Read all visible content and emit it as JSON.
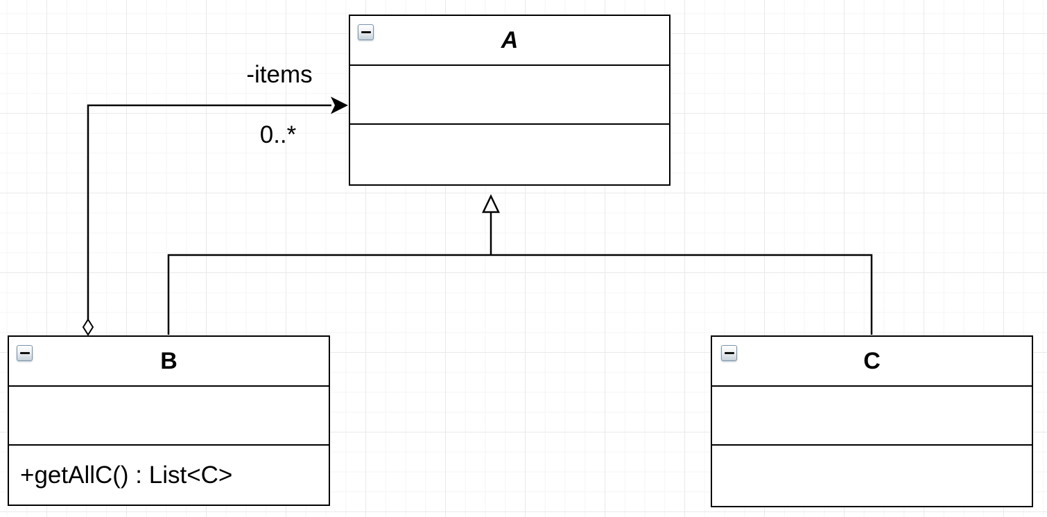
{
  "canvas": {
    "background_color": "#ffffff",
    "grid_minor_color": "#f5f5f5",
    "grid_major_color": "#e9e9e9",
    "shape_stroke_color": "#000000",
    "shape_fill_color": "#ffffff"
  },
  "collapse_button": {
    "glyph": "minus",
    "border_color": "#7b95ab",
    "fill_top": "#ffffff",
    "fill_bottom": "#c7d1da"
  },
  "classes": {
    "a": {
      "name": "A",
      "name_italic": true,
      "attributes_text": "",
      "methods_text": ""
    },
    "b": {
      "name": "B",
      "name_italic": false,
      "attributes_text": "",
      "methods_text": "+getAllC() : List<C>"
    },
    "c": {
      "name": "C",
      "name_italic": false,
      "attributes_text": "",
      "methods_text": ""
    }
  },
  "relationships": {
    "aggregation_b_a": {
      "type": "directed-aggregation",
      "from": "B",
      "to": "A",
      "label": "-items",
      "target_multiplicity": "0..*"
    },
    "generalization_b_a": {
      "type": "generalization",
      "from": "B",
      "to": "A"
    },
    "generalization_c_a": {
      "type": "generalization",
      "from": "C",
      "to": "A"
    }
  }
}
